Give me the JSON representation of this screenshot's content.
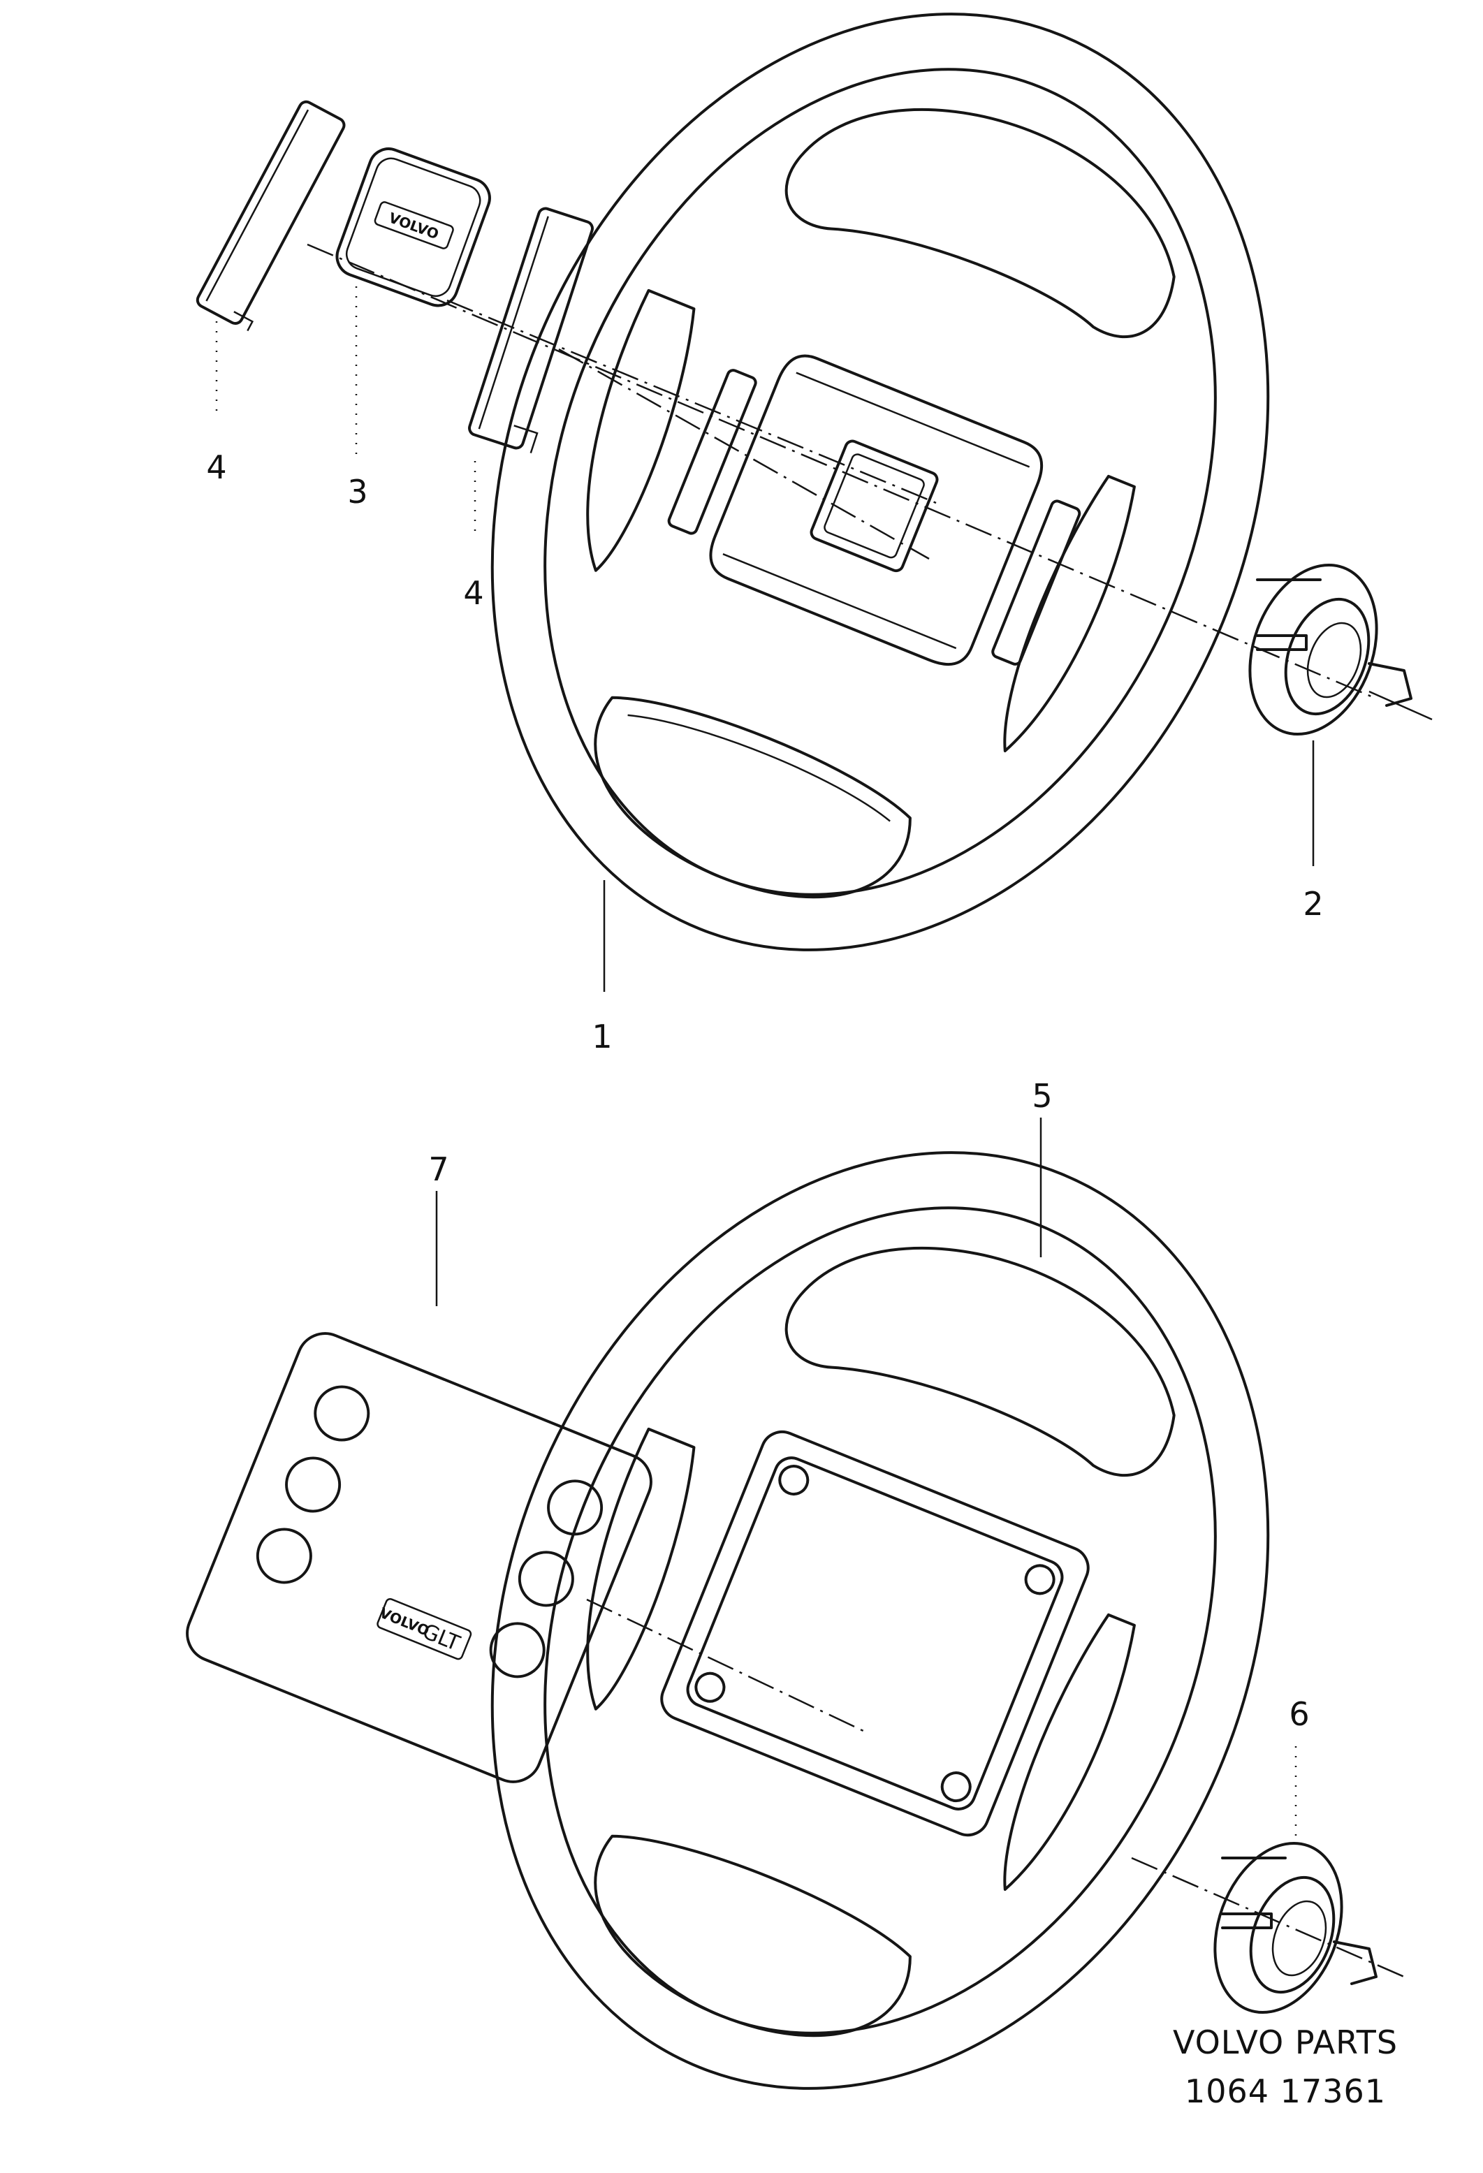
{
  "diagram": {
    "callouts": [
      {
        "id": "1",
        "label": "1"
      },
      {
        "id": "2",
        "label": "2"
      },
      {
        "id": "3",
        "label": "3"
      },
      {
        "id": "4a",
        "label": "4"
      },
      {
        "id": "4b",
        "label": "4"
      },
      {
        "id": "5",
        "label": "5"
      },
      {
        "id": "6",
        "label": "6"
      },
      {
        "id": "7",
        "label": "7"
      }
    ],
    "emblems": {
      "volvo_pad_text": "VOLVO",
      "glt_pad_brand": "VOLVO",
      "glt_pad_model": "GLT"
    },
    "footer": {
      "line1": "VOLVO PARTS",
      "line2": "1064 17361"
    }
  }
}
